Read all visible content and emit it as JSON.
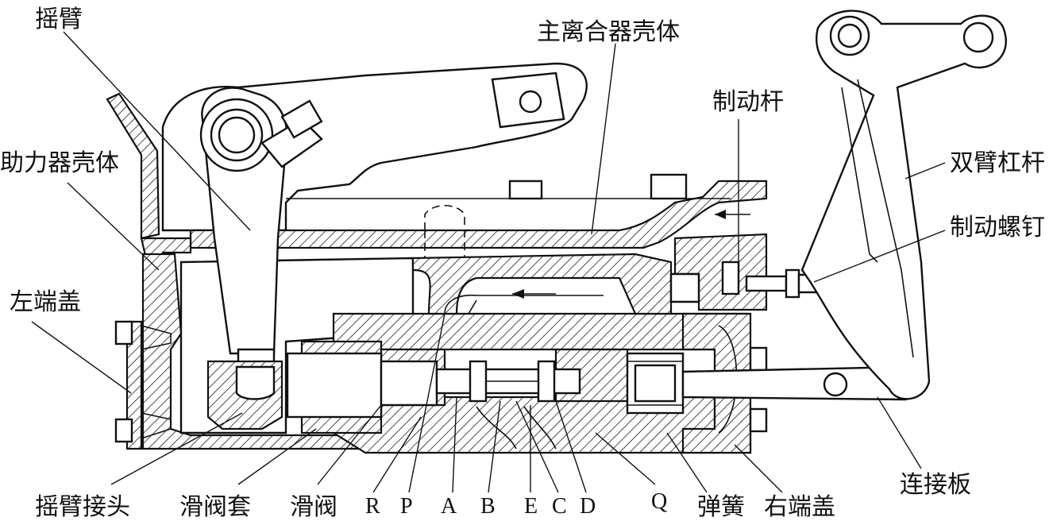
{
  "labels": {
    "rocker_arm_top": "摇臂",
    "main_clutch_housing": "主离合器壳体",
    "brake_rod": "制动杆",
    "booster_housing": "助力器壳体",
    "double_arm_lever": "双臂杠杆",
    "brake_screw": "制动螺钉",
    "left_end_cover": "左端盖",
    "rocker_arm_joint": "摇臂接头",
    "slide_valve_sleeve": "滑阀套",
    "slide_valve": "滑阀",
    "port_r": "R",
    "port_p": "P",
    "port_a": "A",
    "port_b": "B",
    "port_e": "E",
    "port_c": "C",
    "port_d": "D",
    "port_q": "Q",
    "spring": "弹簧",
    "right_end_cover": "右端盖",
    "connecting_plate": "连接板"
  }
}
